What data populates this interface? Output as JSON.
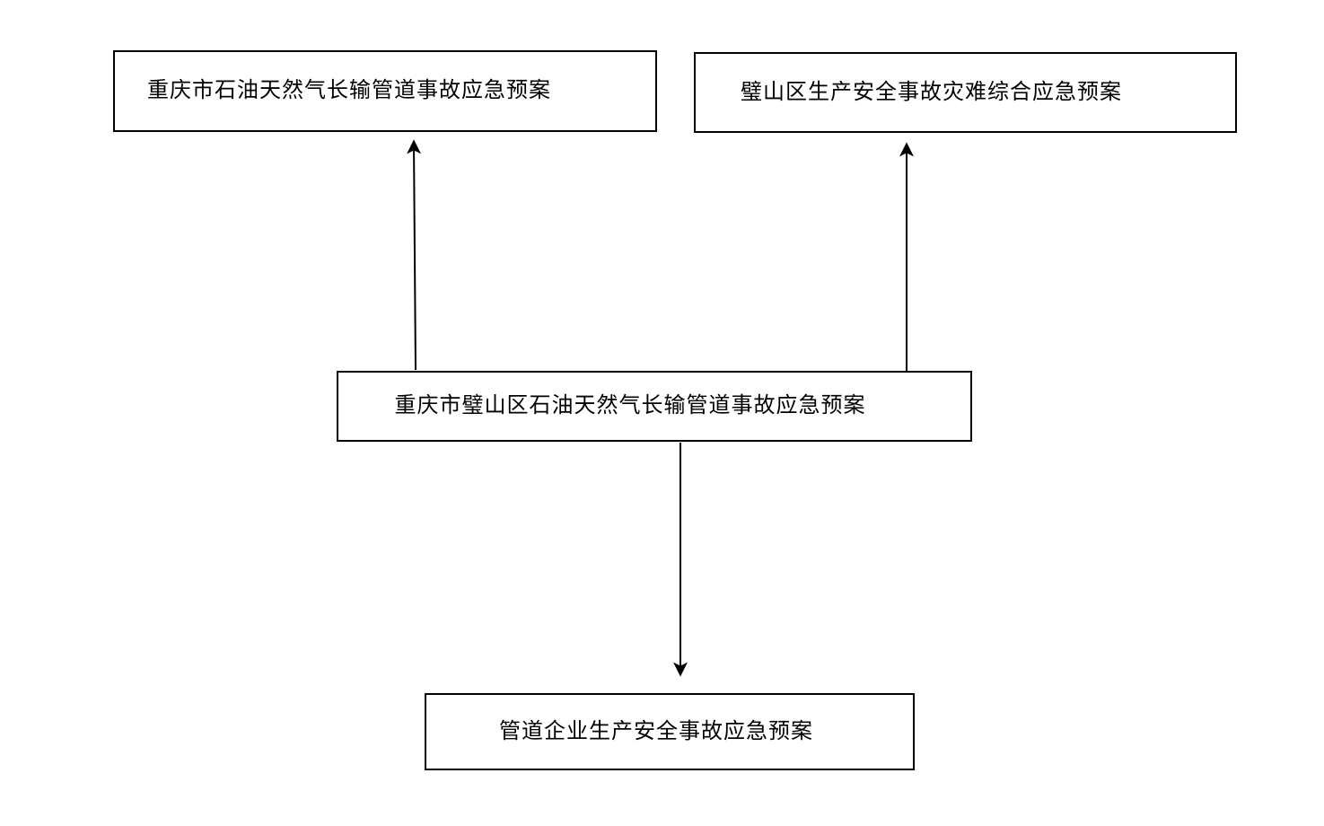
{
  "diagram": {
    "type": "flowchart",
    "nodes": [
      {
        "id": "city-pipeline-plan",
        "label": "重庆市石油天然气长输管道事故应急预案"
      },
      {
        "id": "district-comprehensive-plan",
        "label": "璧山区生产安全事故灾难综合应急预案"
      },
      {
        "id": "district-pipeline-plan",
        "label": "重庆市璧山区石油天然气长输管道事故应急预案"
      },
      {
        "id": "enterprise-plan",
        "label": "管道企业生产安全事故应急预案"
      }
    ],
    "edges": [
      {
        "from": "district-pipeline-plan",
        "to": "city-pipeline-plan",
        "direction": "up"
      },
      {
        "from": "district-pipeline-plan",
        "to": "district-comprehensive-plan",
        "direction": "up"
      },
      {
        "from": "district-pipeline-plan",
        "to": "enterprise-plan",
        "direction": "down"
      }
    ],
    "colors": {
      "background": "#ffffff",
      "box_fill": "#ffffff",
      "box_border": "#000000",
      "text": "#000000",
      "arrow": "#000000"
    }
  }
}
